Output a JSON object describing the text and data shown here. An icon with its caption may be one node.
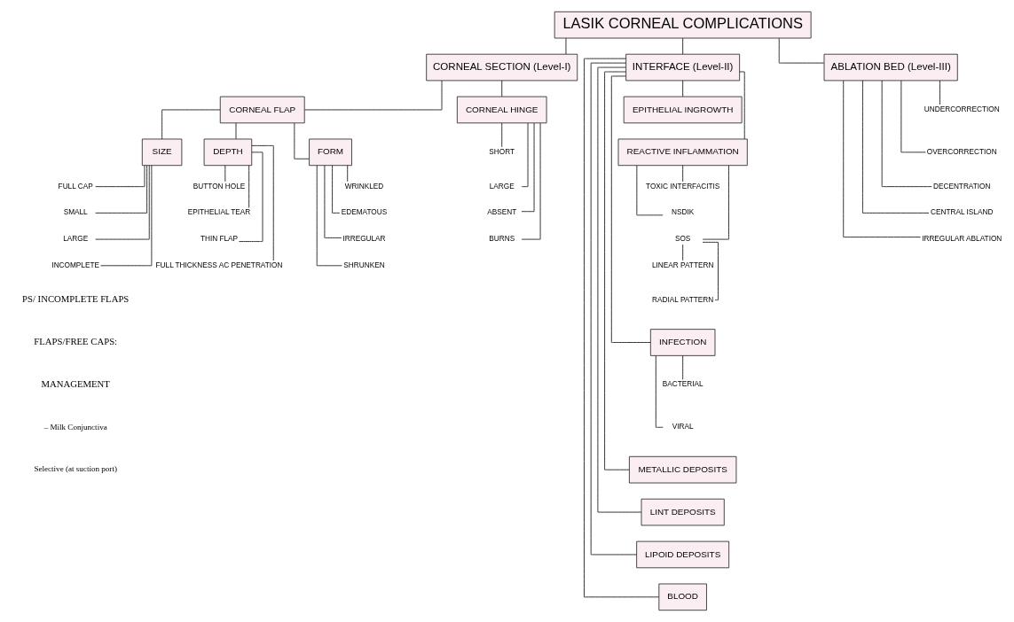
{
  "diagram": {
    "nodes": [
      {
        "text": [
          "LASIK CORNEAL COMPLICATIONS"
        ]
      },
      {
        "text": [
          "CORNEAL SECTION (Level-I)"
        ]
      },
      {
        "text": [
          "INTERFACE (Level-II)"
        ]
      },
      {
        "text": [
          "ABLATION BED (Level-III)"
        ]
      },
      {
        "text": [
          "CORNEAL FLAP"
        ]
      },
      {
        "text": [
          "CORNEAL HINGE"
        ]
      },
      {
        "text": [
          "SIZE"
        ]
      },
      {
        "text": [
          "DEPTH"
        ]
      },
      {
        "text": [
          "FORM"
        ]
      },
      {
        "text": [
          "FULL CAP"
        ]
      },
      {
        "text": [
          "SMALL"
        ]
      },
      {
        "text": [
          "LARGE"
        ]
      },
      {
        "text": [
          "INCOMPLETE"
        ]
      },
      {
        "text": [
          "BUTTON HOLE"
        ]
      },
      {
        "text": [
          "EPITHELIAL TEAR"
        ]
      },
      {
        "text": [
          "THIN FLAP"
        ]
      },
      {
        "text": [
          "FULL THICKNESS AC PENETRATION"
        ]
      },
      {
        "text": [
          "WRINKLED"
        ]
      },
      {
        "text": [
          "EDEMATOUS"
        ]
      },
      {
        "text": [
          "IRREGULAR"
        ]
      },
      {
        "text": [
          "SHRUNKEN"
        ]
      },
      {
        "text": [
          "SHORT"
        ]
      },
      {
        "text": [
          "LARGE"
        ]
      },
      {
        "text": [
          "ABSENT"
        ]
      },
      {
        "text": [
          "BURNS"
        ]
      },
      {
        "text": [
          "EPITHELIAL INGROWTH"
        ]
      },
      {
        "text": [
          "REACTIVE INFLAMMATION"
        ]
      },
      {
        "text": [
          "TOXIC INTERFACITIS"
        ]
      },
      {
        "text": [
          "NSDIK"
        ]
      },
      {
        "text": [
          "SOS"
        ]
      },
      {
        "text": [
          "LINEAR PATTERN"
        ]
      },
      {
        "text": [
          "RADIAL PATTERN"
        ]
      },
      {
        "text": [
          "INFECTION"
        ]
      },
      {
        "text": [
          "BACTERIAL"
        ]
      },
      {
        "text": [
          "VIRAL"
        ]
      },
      {
        "text": [
          "METALLIC DEPOSITS"
        ]
      },
      {
        "text": [
          "LINT DEPOSITS"
        ]
      },
      {
        "text": [
          "LIPOID DEPOSITS"
        ]
      },
      {
        "text": [
          "BLOOD"
        ]
      },
      {
        "text": [
          "UNDERCORRECTION"
        ]
      },
      {
        "text": [
          "OVERCORRECTION"
        ]
      },
      {
        "text": [
          "DECENTRATION"
        ]
      },
      {
        "text": [
          "CENTRAL ISLAND"
        ]
      },
      {
        "text": [
          "IRREGULAR ABLATION"
        ]
      }
    ],
    "edges": [
      {
        "from": 0,
        "to": 1,
        "arrow": "none"
      },
      {
        "from": 0,
        "to": 2,
        "arrow": "none"
      },
      {
        "from": 0,
        "to": 3,
        "arrow": "none"
      },
      {
        "from": 1,
        "to": 4,
        "arrow": "none"
      },
      {
        "from": 1,
        "to": 5,
        "arrow": "none"
      },
      {
        "from": 4,
        "to": 6,
        "arrow": "none"
      },
      {
        "from": 4,
        "to": 7,
        "arrow": "none"
      },
      {
        "from": 4,
        "to": 8,
        "arrow": "none"
      },
      {
        "from": 6,
        "to": 9,
        "arrow": "none"
      },
      {
        "from": 6,
        "to": 10,
        "arrow": "none"
      },
      {
        "from": 6,
        "to": 11,
        "arrow": "none"
      },
      {
        "from": 6,
        "to": 12,
        "arrow": "none"
      },
      {
        "from": 7,
        "to": 13,
        "arrow": "none"
      },
      {
        "from": 7,
        "to": 14,
        "arrow": "none"
      },
      {
        "from": 7,
        "to": 15,
        "arrow": "none"
      },
      {
        "from": 7,
        "to": 16,
        "arrow": "none"
      },
      {
        "from": 8,
        "to": 17,
        "arrow": "none"
      },
      {
        "from": 8,
        "to": 18,
        "arrow": "none"
      },
      {
        "from": 8,
        "to": 19,
        "arrow": "none"
      },
      {
        "from": 8,
        "to": 20,
        "arrow": "none"
      },
      {
        "from": 5,
        "to": 21,
        "arrow": "none"
      },
      {
        "from": 5,
        "to": 22,
        "arrow": "none"
      },
      {
        "from": 5,
        "to": 23,
        "arrow": "none"
      },
      {
        "from": 5,
        "to": 24,
        "arrow": "none"
      },
      {
        "from": 2,
        "to": 25,
        "arrow": "none"
      },
      {
        "from": 2,
        "to": 26,
        "arrow": "none"
      },
      {
        "from": 26,
        "to": 27,
        "arrow": "none"
      },
      {
        "from": 26,
        "to": 28,
        "arrow": "none"
      },
      {
        "from": 26,
        "to": 29,
        "arrow": "none"
      },
      {
        "from": 29,
        "to": 30,
        "arrow": "none"
      },
      {
        "from": 29,
        "to": 31,
        "arrow": "none"
      },
      {
        "from": 2,
        "to": 32,
        "arrow": "none"
      },
      {
        "from": 32,
        "to": 33,
        "arrow": "none"
      },
      {
        "from": 32,
        "to": 34,
        "arrow": "none"
      },
      {
        "from": 2,
        "to": 35,
        "arrow": "none"
      },
      {
        "from": 2,
        "to": 36,
        "arrow": "none"
      },
      {
        "from": 2,
        "to": 37,
        "arrow": "none"
      },
      {
        "from": 2,
        "to": 38,
        "arrow": "none"
      },
      {
        "from": 3,
        "to": 39,
        "arrow": "none"
      },
      {
        "from": 3,
        "to": 40,
        "arrow": "none"
      },
      {
        "from": 3,
        "to": 41,
        "arrow": "none"
      },
      {
        "from": 3,
        "to": 42,
        "arrow": "none"
      },
      {
        "from": 3,
        "to": 43,
        "arrow": "none"
      }
    ],
    "labels": [
      "PS/ INCOMPLETE FLAPS",
      "FLAPS/FREE CAPS:",
      "MANAGEMENT",
      "– Milk Conjunctiva",
      "Selective (at suction port)"
    ]
  }
}
